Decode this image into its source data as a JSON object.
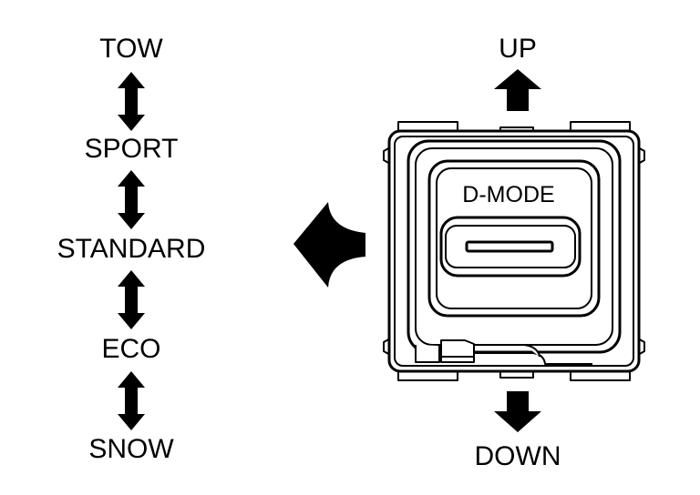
{
  "modes": [
    {
      "id": "tow",
      "label": "TOW"
    },
    {
      "id": "sport",
      "label": "SPORT"
    },
    {
      "id": "standard",
      "label": "STANDARD"
    },
    {
      "id": "eco",
      "label": "ECO"
    },
    {
      "id": "snow",
      "label": "SNOW"
    }
  ],
  "switch": {
    "label": "D-MODE",
    "up_label": "UP",
    "down_label": "DOWN"
  },
  "colors": {
    "ink": "#000000",
    "background": "#ffffff"
  }
}
